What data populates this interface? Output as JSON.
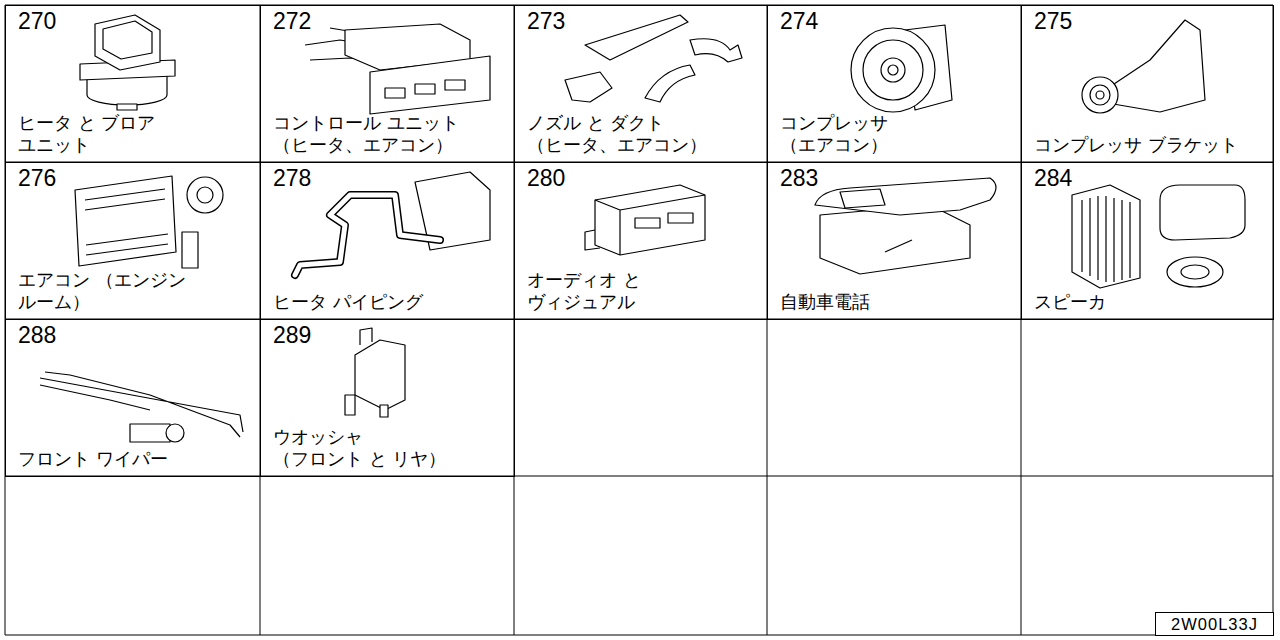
{
  "diagram": {
    "nodes": [
      {
        "text": [
          "270",
          "ヒータ と ブロア ユニット"
        ]
      },
      {
        "text": [
          "272",
          "コントロール ユニット （ヒータ、エアコン）"
        ]
      },
      {
        "text": [
          "273",
          "ノズル と ダクト （ヒータ、エアコン）"
        ]
      },
      {
        "text": [
          "274",
          "コンプレッサ （エアコン）"
        ]
      },
      {
        "text": [
          "275",
          "コンプレッサ ブラケット"
        ]
      },
      {
        "text": [
          "276",
          "エアコン （エンジン ルーム）"
        ]
      },
      {
        "text": [
          "278",
          "ヒータ パイピング"
        ]
      },
      {
        "text": [
          "280",
          "オーディオ と ヴィジュアル"
        ]
      },
      {
        "text": [
          "283",
          "自動車電話"
        ]
      },
      {
        "text": [
          "284",
          "スピーカ"
        ]
      },
      {
        "text": [
          "288",
          "フロント ワイパー"
        ]
      },
      {
        "text": [
          "289",
          "ウオッシャ （フロント と リヤ）"
        ]
      },
      {
        "text": [
          "2W00L33J"
        ]
      }
    ]
  }
}
